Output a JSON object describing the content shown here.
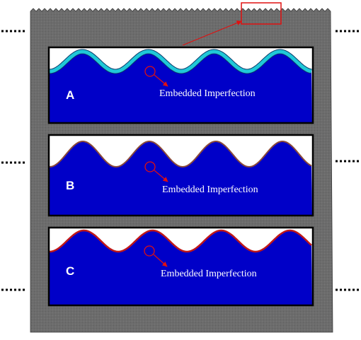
{
  "colors": {
    "background": "#ffffff",
    "substrate": "#6e6e6e",
    "fluid": "#0000c8",
    "void": "#ffffff",
    "marker": "#e01010",
    "panel_border": "#000000",
    "dots": "#000000",
    "label_text": "#ffffff"
  },
  "panels": [
    {
      "label": "A",
      "annotation": "Embedded Imperfection",
      "interface_color": "#20c8d8",
      "interface_style": "thick-cyan-layer"
    },
    {
      "label": "B",
      "annotation": "Embedded Imperfection",
      "interface_color": "#8a4a3a",
      "interface_style": "thin-brown-line"
    },
    {
      "label": "C",
      "annotation": "Embedded Imperfection",
      "interface_color": "#c01818",
      "interface_style": "red-line"
    }
  ]
}
